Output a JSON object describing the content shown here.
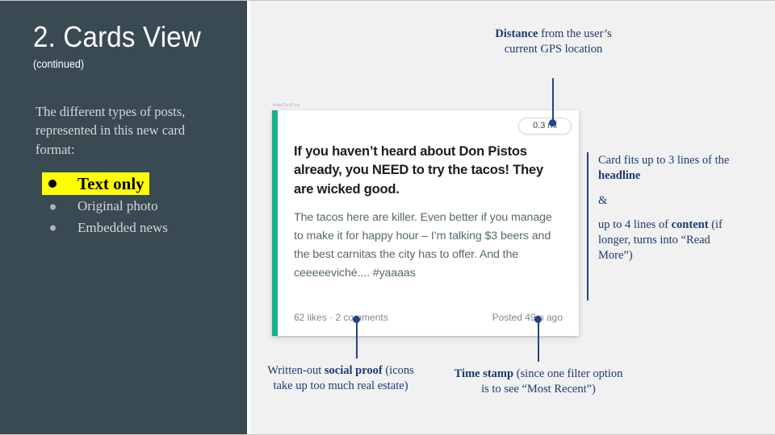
{
  "slide": {
    "title": "2.  Cards View",
    "subtitle": "(continued)",
    "body": "The different types of posts, represented in this new card format:",
    "bullets": [
      {
        "label": "Text only",
        "highlighted": true
      },
      {
        "label": "Original photo",
        "highlighted": false
      },
      {
        "label": "Embedded news",
        "highlighted": false
      }
    ]
  },
  "card": {
    "tag_label": "Map/Card/Text",
    "accent_color": "#17b288",
    "distance_badge": "0.3 mi",
    "headline": "If you haven’t heard about Don Pistos already, you NEED to try the tacos! They are wicked good.",
    "content": "The tacos here are killer. Even better if you manage to make it for happy hour – I’m talking $3 beers and the best carnitas the city has to offer. And the ceeeeeviché.... #yaaaas",
    "social_proof": "62 likes · 2 comments",
    "timestamp": "Posted 49m ago"
  },
  "annotations": {
    "distance": {
      "bold": "Distance",
      "rest": " from the user’s current GPS location"
    },
    "capacity": {
      "line1_pre": "Card fits up to 3 lines of the ",
      "line1_bold": "headline",
      "amp": "&",
      "line2_pre": "up to 4 lines of ",
      "line2_bold": "content",
      "line2_post": "(if longer, turns into “Read More”)"
    },
    "social": {
      "pre": "Written-out ",
      "bold": "social proof",
      "post": "(icons take up too much real estate)"
    },
    "time": {
      "bold": "Time stamp",
      "post": "(since one filter option is to see “Most Recent”)"
    }
  },
  "colors": {
    "panel_bg": "#3a4a52",
    "slide_bg": "#f1f1f1",
    "annotation_blue": "#1b3a73",
    "leader_blue": "#1f4586",
    "highlight_yellow": "#ffff00",
    "card_accent_green": "#17b288"
  }
}
